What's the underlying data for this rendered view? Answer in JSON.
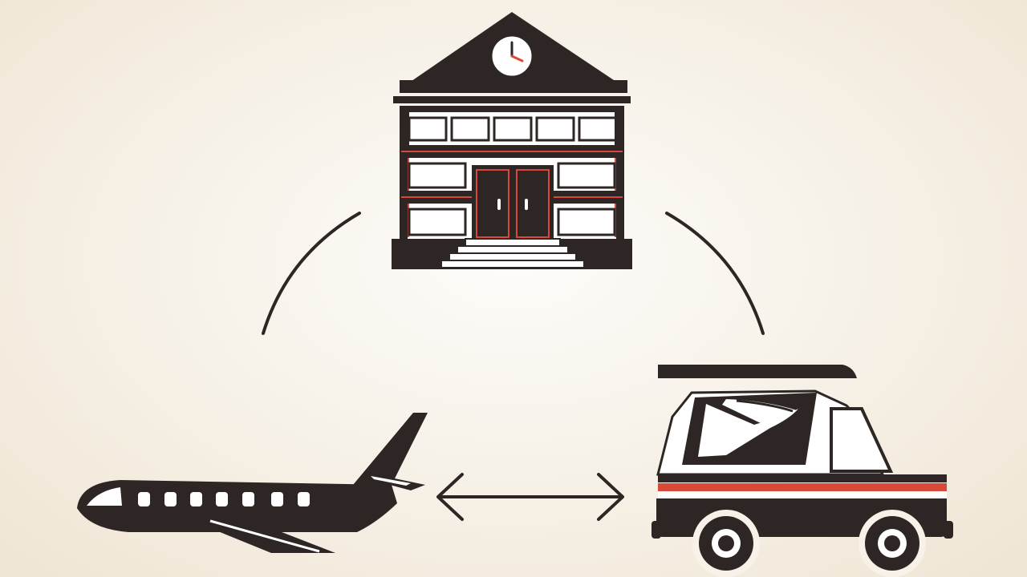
{
  "diagram": {
    "nodes": [
      {
        "id": "building",
        "icon": "government-building-icon"
      },
      {
        "id": "airplane",
        "icon": "airplane-icon"
      },
      {
        "id": "mail-truck",
        "icon": "mail-truck-icon"
      }
    ],
    "edges": [
      {
        "from": "building",
        "to": "airplane",
        "style": "arc"
      },
      {
        "from": "building",
        "to": "mail-truck",
        "style": "arc"
      },
      {
        "from": "airplane",
        "to": "mail-truck",
        "style": "double-arrow"
      }
    ]
  },
  "colors": {
    "ink": "#2e2624",
    "accent": "#d8493a",
    "white": "#ffffff",
    "background": "#f7f2e9"
  }
}
